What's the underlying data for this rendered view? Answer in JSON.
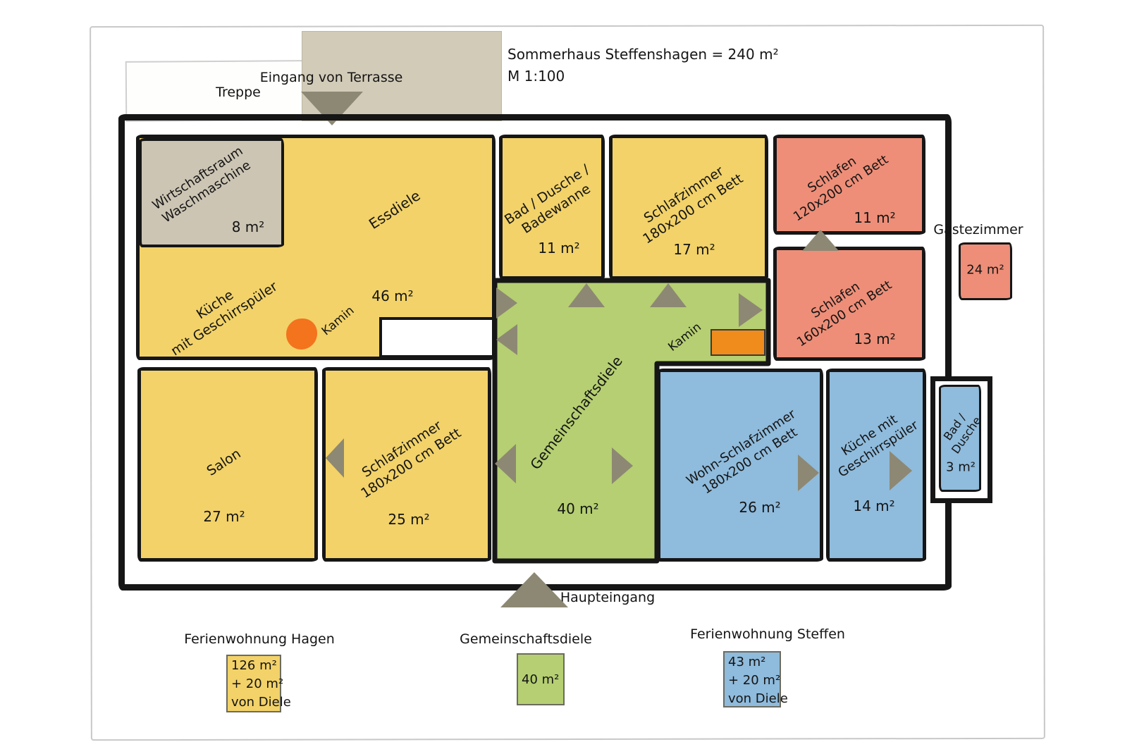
{
  "meta": {
    "title": "Sommerhaus Steffenshagen = 240 m²",
    "scale": "M 1:100"
  },
  "outside": {
    "treppe": "Treppe",
    "eingang_terrasse": "Eingang von Terrasse",
    "haupteingang": "Haupteingang",
    "gaestezimmer": "Gästezimmer"
  },
  "rooms": {
    "wirtschaftsraum": {
      "name": "Wirtschaftsraum\nWaschmaschine",
      "area": "8 m²"
    },
    "essdiele": {
      "name": "Essdiele",
      "area": "46 m²"
    },
    "kueche_hagen": {
      "name": "Küche\nmit Geschirrspüler"
    },
    "kamin_hagen": {
      "name": "Kamin"
    },
    "bad_hagen": {
      "name": "Bad / Dusche /\nBadewanne",
      "area": "11 m²"
    },
    "schlafzimmer_17": {
      "name": "Schlafzimmer\n180x200 cm Bett",
      "area": "17 m²"
    },
    "schlafen_11": {
      "name": "Schlafen\n120x200 cm Bett",
      "area": "11 m²"
    },
    "schlafen_13": {
      "name": "Schlafen\n160x200 cm Bett",
      "area": "13 m²"
    },
    "gaestezimmer": {
      "area": "24 m²"
    },
    "diele": {
      "name": "Gemeinschaftsdiele",
      "area": "40 m²"
    },
    "kamin_diele": {
      "name": "Kamin"
    },
    "salon": {
      "name": "Salon",
      "area": "27 m²"
    },
    "schlafzimmer_25": {
      "name": "Schlafzimmer\n180x200 cm Bett",
      "area": "25 m²"
    },
    "wohn_schlafzimmer": {
      "name": "Wohn-Schlafzimmer\n180x200 cm Bett",
      "area": "26 m²"
    },
    "kueche_steffen": {
      "name": "Küche mit\nGeschirrspüler",
      "area": "14 m²"
    },
    "bad_steffen": {
      "name": "Bad /\nDusche",
      "area": "3 m²"
    }
  },
  "legend": {
    "hagen": {
      "title": "Ferienwohnung Hagen",
      "value": "126 m²\n+ 20 m²\nvon Diele"
    },
    "diele": {
      "title": "Gemeinschaftsdiele",
      "value": "40 m²"
    },
    "steffen": {
      "title": "Ferienwohnung Steffen",
      "value": "43 m²\n+ 20 m²\nvon Diele"
    }
  },
  "colors": {
    "apartment_hagen_yellow": "#f2d269",
    "common_diele_green": "#b5cf72",
    "apartment_steffen_blue": "#8fbbdc",
    "bedrooms_salmon": "#ee8e78",
    "utility_gray": "#ccc5b4",
    "terrace_beige": "#d2cbb8",
    "kamin_orange": "#f4731d",
    "door_marker_gray": "#8d8873",
    "wall_black": "#161616"
  },
  "icons": {
    "door_marker": "gray-triangle",
    "kamin_round": "orange-circle",
    "kamin_block": "orange-rectangle"
  }
}
